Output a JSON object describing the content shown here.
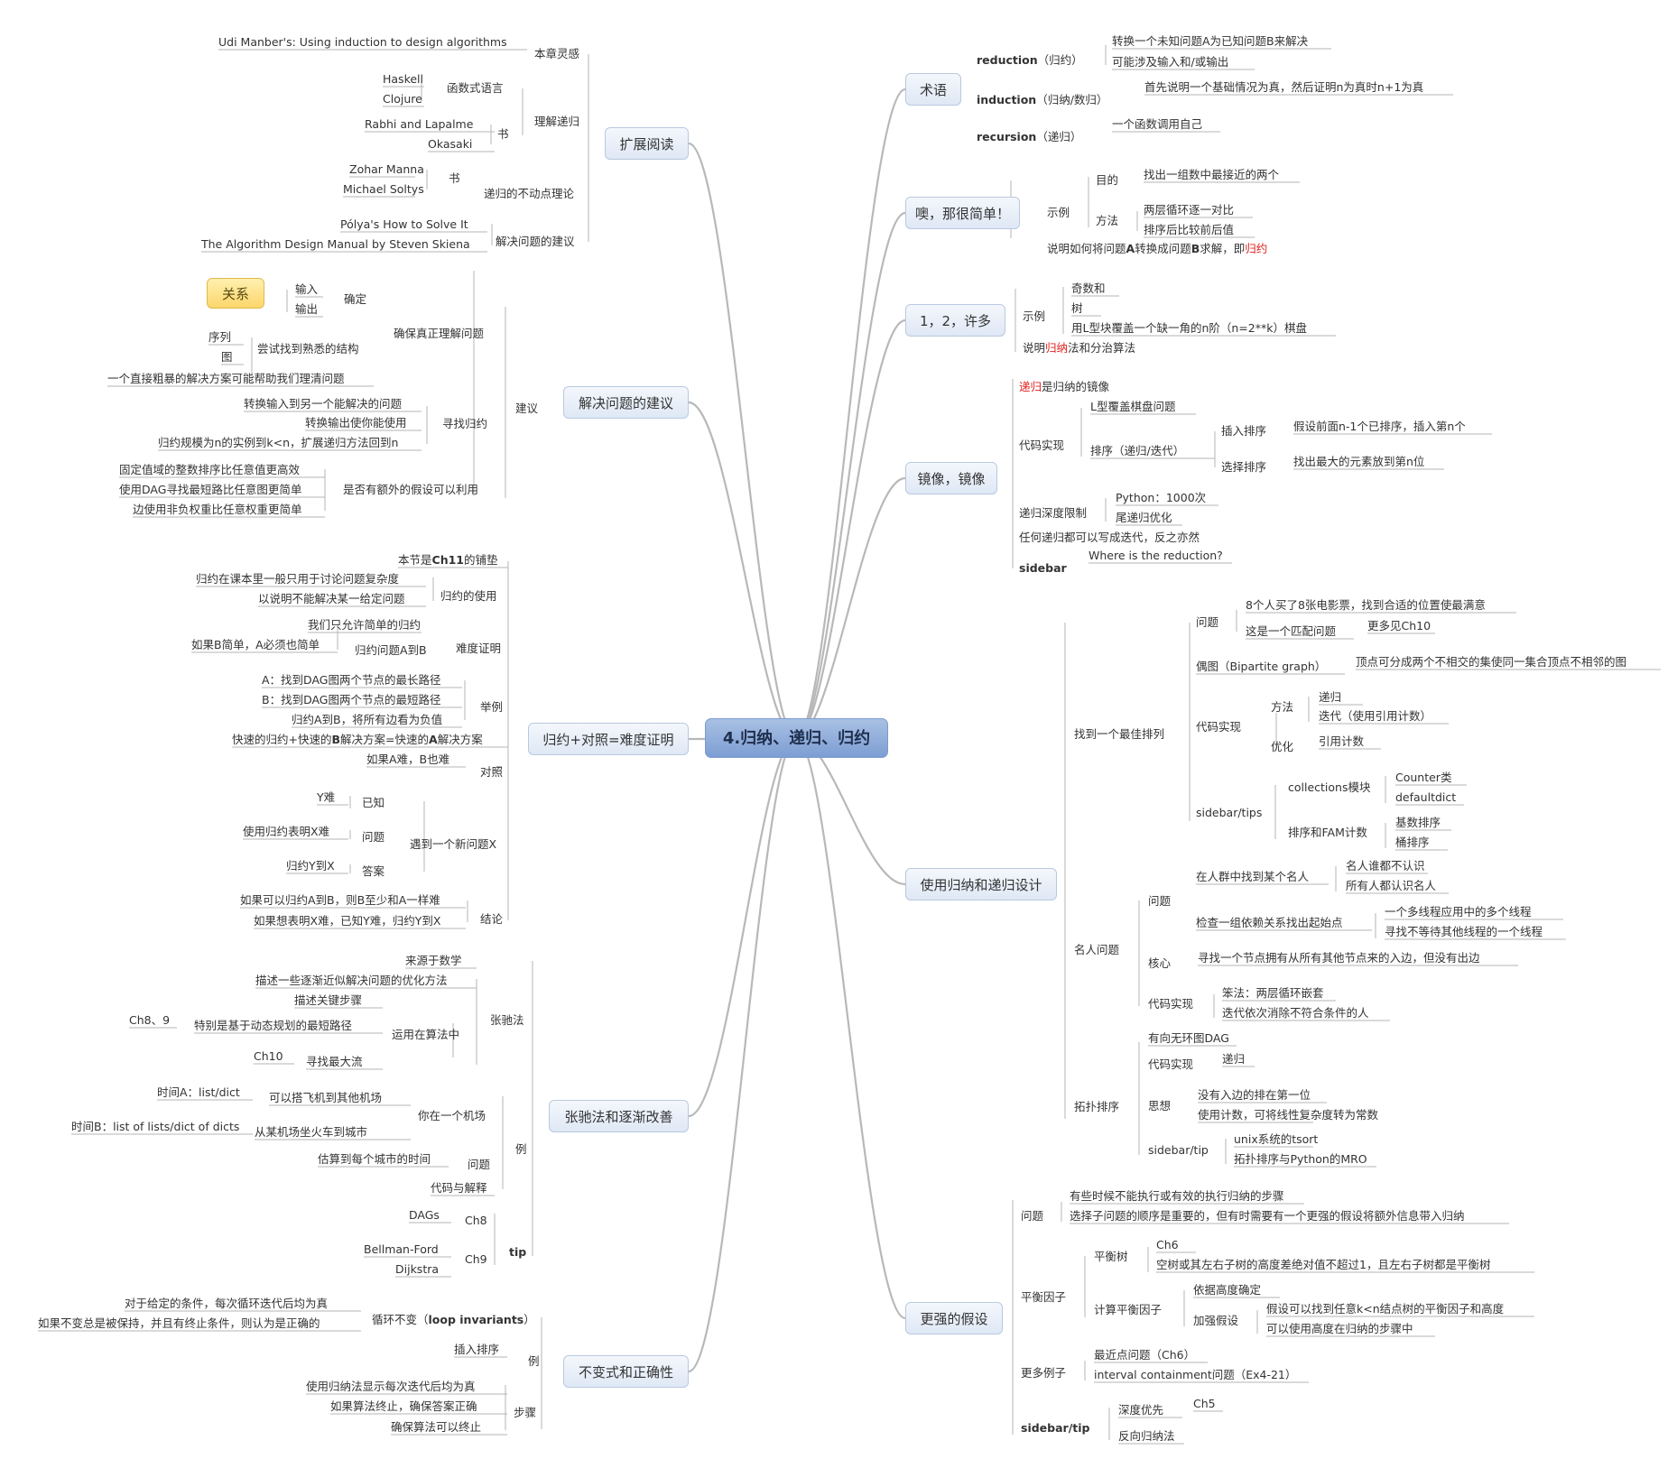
{
  "central": "4.归纳、递归、归约",
  "callout": "关系",
  "branches": {
    "extended_reading": "扩展阅读",
    "problem_solving": "解决问题的建议",
    "reduction_hardness": "归约+对照=难度证明",
    "relaxation": "张驰法和逐渐改善",
    "invariants": "不变式和正确性",
    "terms": "术语",
    "simple": "噢，那很简单！",
    "many": "1，2，许多",
    "mirror": "镜像，镜像",
    "design": "使用归纳和递归设计",
    "stronger": "更强的假设"
  },
  "labels": {
    "l001": "Udi Manber's: Using induction to design algorithms",
    "l002": "本章灵感",
    "l003": "Haskell",
    "l004": "Clojure",
    "l005": "函数式语言",
    "l006": "Rabhi and Lapalme",
    "l007": "Okasaki",
    "l008": "书",
    "l009": "理解递归",
    "l010": "Zohar Manna",
    "l011": "Michael Soltys",
    "l012": "书",
    "l013": "递归的不动点理论",
    "l014": "Pólya's How to Solve It",
    "l015": "The Algorithm Design Manual by Steven Skiena",
    "l016": "解决问题的建议",
    "l017": "输入",
    "l018": "输出",
    "l019": "确定",
    "l020": "序列",
    "l021": "图",
    "l022": "尝试找到熟悉的结构",
    "l023": "一个直接粗暴的解决方案可能帮助我们理清问题",
    "l024": "确保真正理解问题",
    "l025": "转换输入到另一个能解决的问题",
    "l026": "转换输出使你能使用",
    "l027": "归约规模为n的实例到k<n，扩展递归方法回到n",
    "l028": "寻找归约",
    "l029": "建议",
    "l030": "固定值域的整数排序比任意值更高效",
    "l031": "使用DAG寻找最短路比任意图更简单",
    "l032": "边使用非负权重比任意权重更简单",
    "l033": "是否有额外的假设可以利用",
    "l035": "归约在课本里一般只用于讨论问题复杂度",
    "l036": "以说明不能解决某一给定问题",
    "l037": "归约的使用",
    "l038": "我们只允许简单的归约",
    "l039": "如果B简单，A必须也简单",
    "l040": "归约问题A到B",
    "l041": "难度证明",
    "l042": "A：找到DAG图两个节点的最长路径",
    "l043": "B：找到DAG图两个节点的最短路径",
    "l044": "归约A到B，将所有边看为负值",
    "l045": "举例",
    "l047": "如果A难，B也难",
    "l048": "对照",
    "l049": "Y难",
    "l050": "已知",
    "l051": "使用归约表明X难",
    "l052": "问题",
    "l053": "归约Y到X",
    "l054": "答案",
    "l055": "遇到一个新问题X",
    "l056": "如果可以归约A到B，则B至少和A一样难",
    "l057": "如果想表明X难，已知Y难，归约Y到X",
    "l058": "结论",
    "l059": "来源于数学",
    "l060": "描述一些逐渐近似解决问题的优化方法",
    "l061": "描述关键步骤",
    "l062": "Ch8、9",
    "l063": "特别是基于动态规划的最短路径",
    "l064": "Ch10",
    "l065": "寻找最大流",
    "l066": "运用在算法中",
    "l067": "张驰法",
    "l068": "时间A：list/dict",
    "l069": "可以搭飞机到其他机场",
    "l070": "时间B：list of lists/dict of dicts",
    "l071": "从某机场坐火车到城市",
    "l072": "你在一个机场",
    "l073": "估算到每个城市的时间",
    "l074": "问题",
    "l075": "代码与解释",
    "l076": "例",
    "l077": "DAGs",
    "l078": "Ch8",
    "l079": "Bellman-Ford",
    "l080": "Dijkstra",
    "l081": "Ch9",
    "l082": "tip",
    "l083": "对于给定的条件，每次循环迭代后均为真",
    "l084": "如果不变总是被保持，并且有终止条件，则认为是正确的",
    "l086": "插入排序",
    "l087": "例",
    "l088": "使用归纳法显示每次迭代后均为真",
    "l089": "如果算法终止，确保答案正确",
    "l090": "确保算法可以终止",
    "l091": "步骤",
    "l093": "转换一个未知问题A为已知问题B来解决",
    "l094": "可能涉及输入和/或输出",
    "l096": "首先说明一个基础情况为真，然后证明n为真时n+1为真",
    "l098": "一个函数调用自己",
    "l099": "目的",
    "l100": "找出一组数中最接近的两个",
    "l101": "方法",
    "l102": "两层循环逐一对比",
    "l103": "排序后比较前后值",
    "l104": "示例",
    "l106": "示例",
    "l107": "奇数和",
    "l108": "树",
    "l109": "用L型块覆盖一个缺一角的n阶（n=2**k）棋盘",
    "l111": "代码实现",
    "l112": "L型覆盖棋盘问题",
    "l113": "排序（递归/迭代）",
    "l114": "插入排序",
    "l115": "假设前面n-1个已排序，插入第n个",
    "l116": "选择排序",
    "l117": "找出最大的元素放到第n位",
    "l118": "递归深度限制",
    "l119": "Python：1000次",
    "l120": "尾递归优化",
    "l121": "任何递归都可以写成迭代，反之亦然",
    "l122": "sidebar",
    "l123": "Where is the reduction?",
    "l124": "找到一个最佳排列",
    "l125": "问题",
    "l126": "8个人买了8张电影票，找到合适的位置使最满意",
    "l127": "这是一个匹配问题",
    "l128": "更多见Ch10",
    "l129": "偶图（Bipartite graph）",
    "l130": "顶点可分成两个不相交的集使同一集合顶点不相邻的图",
    "l131": "代码实现",
    "l132": "方法",
    "l133": "递归",
    "l134": "迭代（使用引用计数）",
    "l135": "优化",
    "l136": "引用计数",
    "l137": "sidebar/tips",
    "l138": "collections模块",
    "l139": "Counter类",
    "l140": "defaultdict",
    "l141": "排序和FAM计数",
    "l142": "基数排序",
    "l143": "桶排序",
    "l144": "名人问题",
    "l145": "问题",
    "l146": "在人群中找到某个名人",
    "l147": "名人谁都不认识",
    "l148": "所有人都认识名人",
    "l149": "检查一组依赖关系找出起始点",
    "l150": "一个多线程应用中的多个线程",
    "l151": "寻找不等待其他线程的一个线程",
    "l152": "核心",
    "l153": "寻找一个节点拥有从所有其他节点来的入边，但没有出边",
    "l154": "代码实现",
    "l155": "笨法：两层循环嵌套",
    "l156": "迭代依次消除不符合条件的人",
    "l157": "拓扑排序",
    "l158": "有向无环图DAG",
    "l159": "代码实现",
    "l160": "递归",
    "l161": "思想",
    "l162": "没有入边的排在第一位",
    "l163": "使用计数，可将线性复杂度转为常数",
    "l164": "sidebar/tip",
    "l165": "unix系统的tsort",
    "l166": "拓扑排序与Python的MRO",
    "l167": "问题",
    "l168": "有些时候不能执行或有效的执行归纳的步骤",
    "l169": "选择子问题的顺序是重要的，但有时需要有一个更强的假设将额外信息带入归纳",
    "l170": "平衡因子",
    "l171": "平衡树",
    "l172": "Ch6",
    "l173": "空树或其左右子树的高度差绝对值不超过1，且左右子树都是平衡树",
    "l174": "计算平衡因子",
    "l175": "依据高度确定",
    "l176": "加强假设",
    "l177": "假设可以找到任意k<n结点树的平衡因子和高度",
    "l178": "可以使用高度在归纳的步骤中",
    "l179": "更多例子",
    "l180": "最近点问题（Ch6）",
    "l181": "interval containment问题（Ex4-21）",
    "l182": "sidebar/tip",
    "l183": "深度优先",
    "l184": "Ch5",
    "l185": "反向归纳法"
  },
  "rich": {
    "r1": [
      "本节是",
      "Ch11",
      "的铺垫"
    ],
    "r2": [
      "快速的归约+快速的",
      "B",
      "解决方案=快速的",
      "A",
      "解决方案"
    ],
    "r3": [
      "循环不变（",
      "loop invariants",
      "）"
    ],
    "r4": [
      "reduction",
      "（归约）"
    ],
    "r5": [
      "induction",
      "（归纳/数归）"
    ],
    "r6": [
      "recursion",
      "（递归）"
    ],
    "r7": [
      "说明如何将问题",
      "A",
      "转换成问题",
      "B",
      "求解，即",
      "归约"
    ],
    "r8": [
      "说明",
      "归纳",
      "法和分治算法"
    ],
    "r9": [
      "递归",
      "是归纳的镜像"
    ]
  }
}
